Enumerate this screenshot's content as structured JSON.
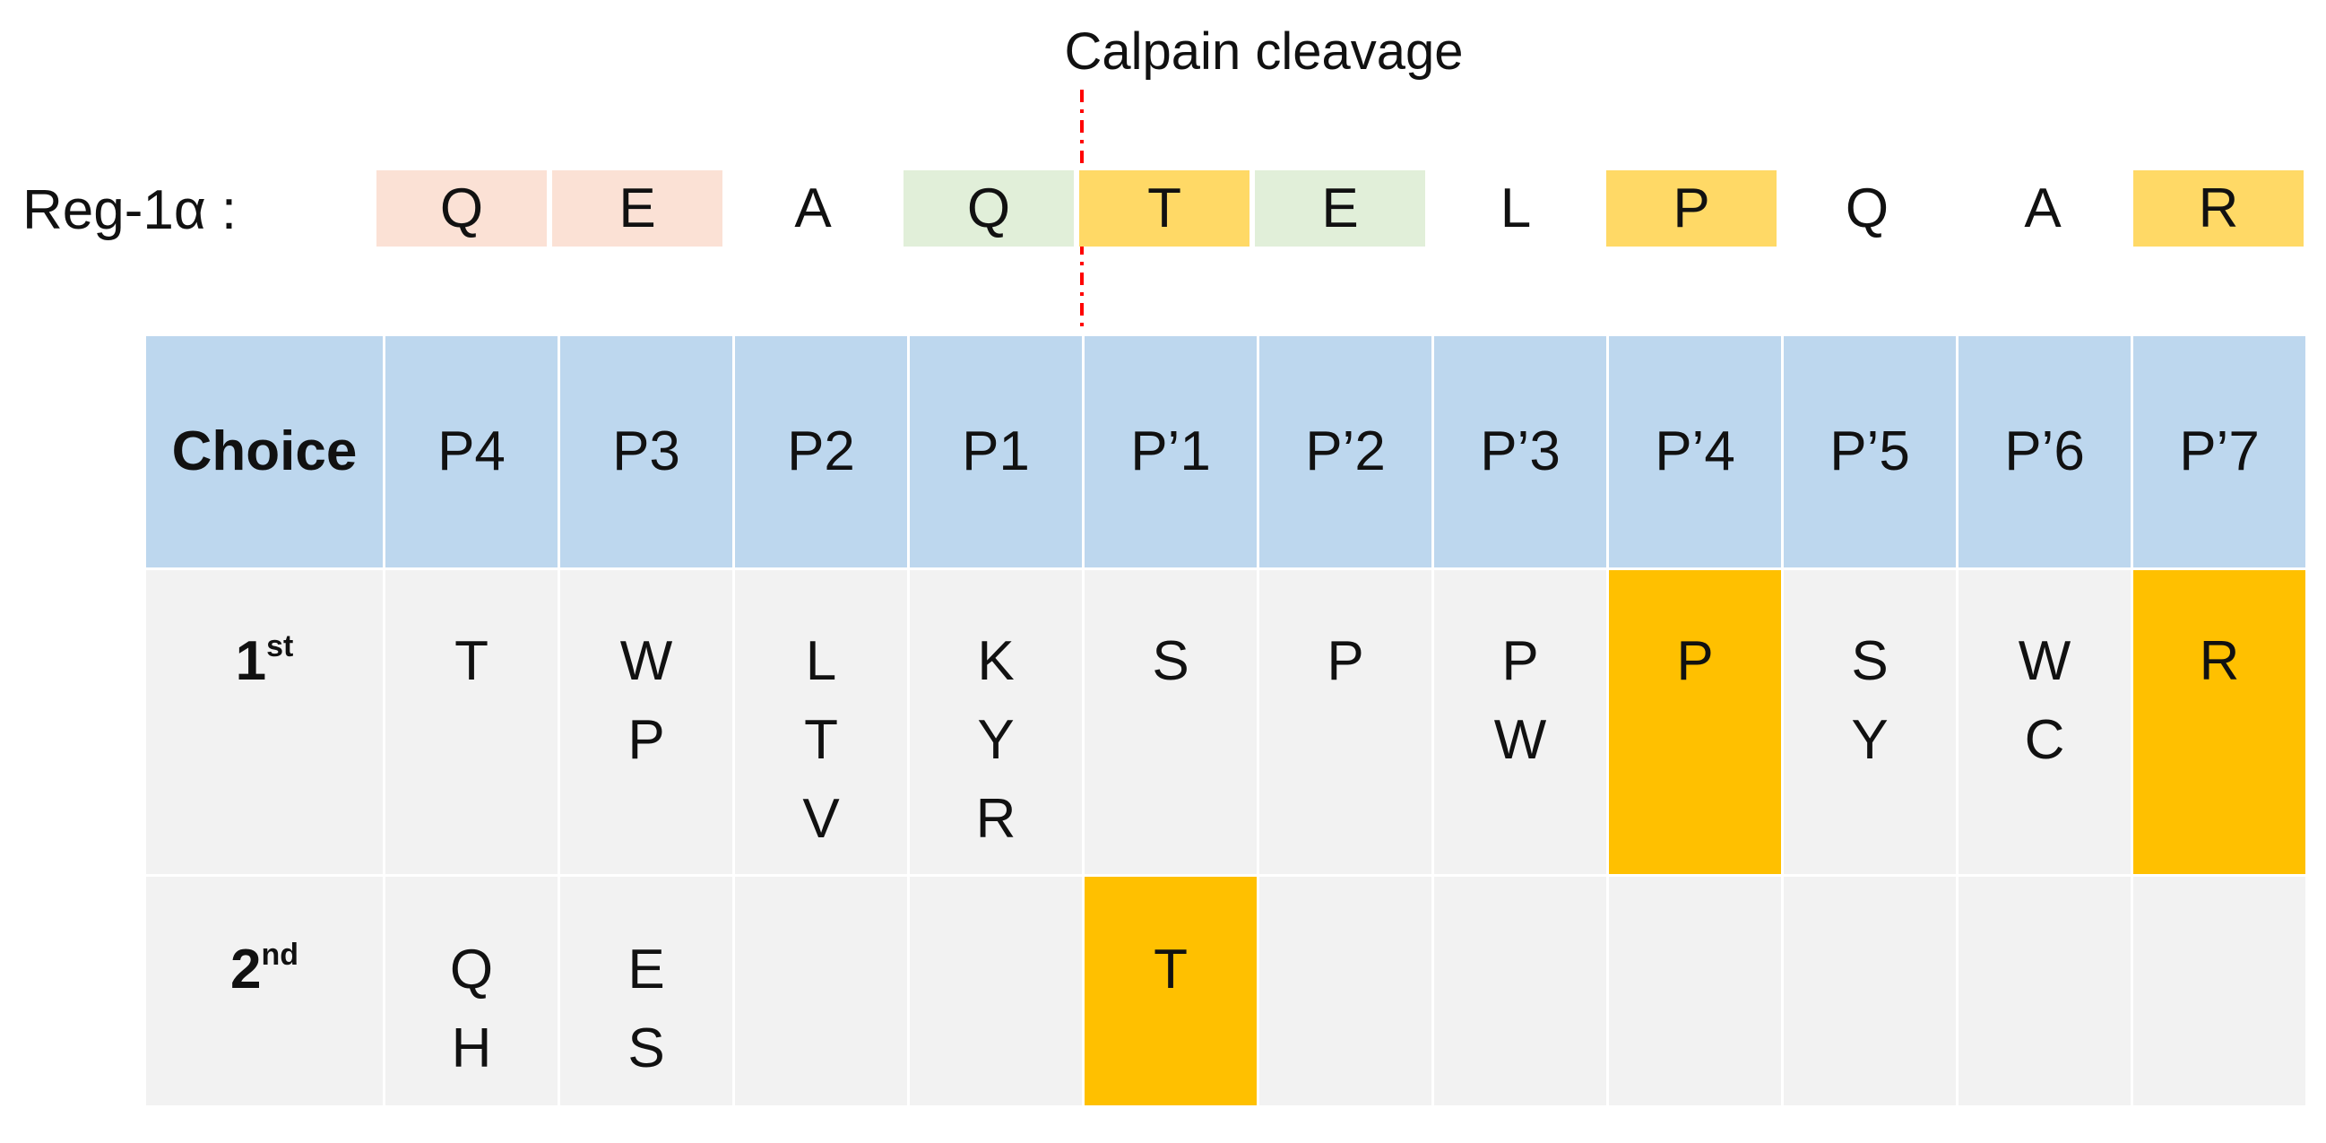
{
  "title": "Calpain cleavage",
  "sequence": {
    "label": "Reg-1α :",
    "residues": [
      {
        "letter": "Q",
        "color": "#fbe1d5"
      },
      {
        "letter": "E",
        "color": "#fbe1d5"
      },
      {
        "letter": "A",
        "color": "none"
      },
      {
        "letter": "Q",
        "color": "#e1efd9"
      },
      {
        "letter": "T",
        "color": "#ffd966"
      },
      {
        "letter": "E",
        "color": "#e1efd9"
      },
      {
        "letter": "L",
        "color": "none"
      },
      {
        "letter": "P",
        "color": "#ffd966"
      },
      {
        "letter": "Q",
        "color": "none"
      },
      {
        "letter": "A",
        "color": "none"
      },
      {
        "letter": "R",
        "color": "#ffd966"
      }
    ]
  },
  "table": {
    "header": {
      "choice": "Choice",
      "positions": [
        "P4",
        "P3",
        "P2",
        "P1",
        "P’1",
        "P’2",
        "P’3",
        "P’4",
        "P’5",
        "P’6",
        "P’7"
      ]
    },
    "rows": [
      {
        "label_num": "1",
        "label_sup": "st",
        "cells": [
          {
            "lines": [
              "T"
            ],
            "highlight": false
          },
          {
            "lines": [
              "W",
              "P"
            ],
            "highlight": false
          },
          {
            "lines": [
              "L",
              "T",
              "V"
            ],
            "highlight": false
          },
          {
            "lines": [
              "K",
              "Y",
              "R"
            ],
            "highlight": false
          },
          {
            "lines": [
              "S"
            ],
            "highlight": false
          },
          {
            "lines": [
              "P"
            ],
            "highlight": false
          },
          {
            "lines": [
              "P",
              "W"
            ],
            "highlight": false
          },
          {
            "lines": [
              "P"
            ],
            "highlight": true
          },
          {
            "lines": [
              "S",
              "Y"
            ],
            "highlight": false
          },
          {
            "lines": [
              "W",
              "C"
            ],
            "highlight": false
          },
          {
            "lines": [
              "R"
            ],
            "highlight": true
          }
        ]
      },
      {
        "label_num": "2",
        "label_sup": "nd",
        "cells": [
          {
            "lines": [
              "Q",
              "H"
            ],
            "highlight": false
          },
          {
            "lines": [
              "E",
              "S"
            ],
            "highlight": false
          },
          {
            "lines": [],
            "highlight": false
          },
          {
            "lines": [],
            "highlight": false
          },
          {
            "lines": [
              "T"
            ],
            "highlight": true
          },
          {
            "lines": [],
            "highlight": false
          },
          {
            "lines": [],
            "highlight": false
          },
          {
            "lines": [],
            "highlight": false
          },
          {
            "lines": [],
            "highlight": false
          },
          {
            "lines": [],
            "highlight": false
          },
          {
            "lines": [],
            "highlight": false
          }
        ]
      }
    ]
  },
  "colors": {
    "header_bg": "#bdd7ee",
    "body_bg": "#f2f2f2",
    "highlight": "#ffc000",
    "arrow": "#ff0000"
  }
}
